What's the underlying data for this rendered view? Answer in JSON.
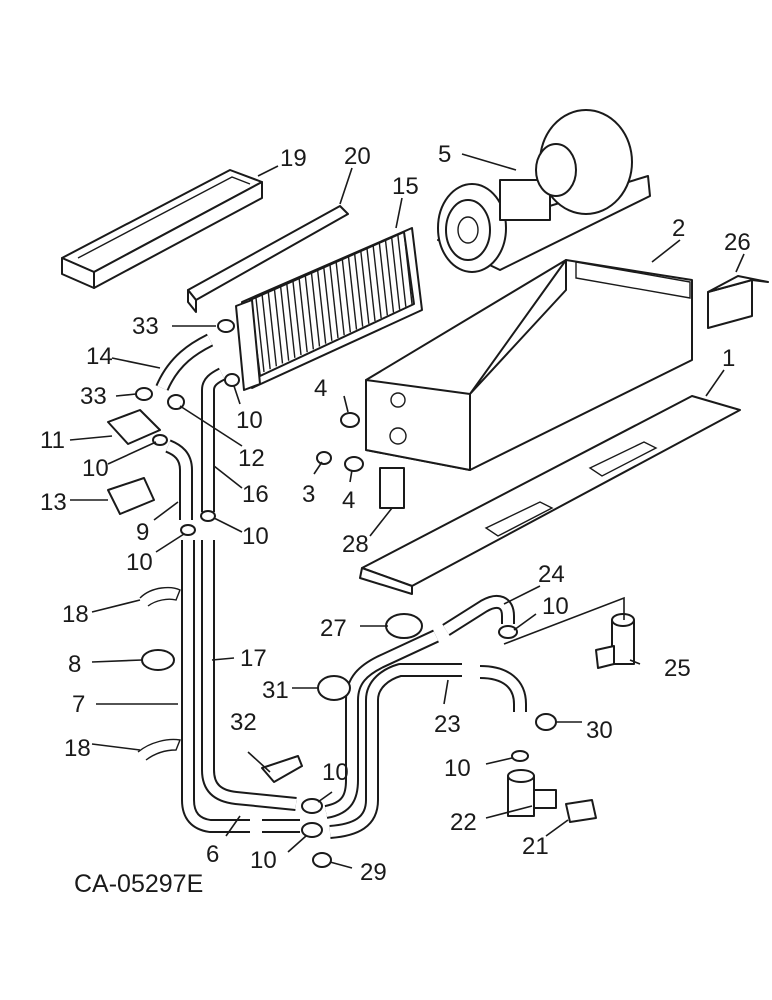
{
  "drawing_code": "CA-05297E",
  "callouts": [
    "19",
    "20",
    "15",
    "5",
    "2",
    "26",
    "1",
    "33",
    "14",
    "33",
    "10",
    "12",
    "11",
    "10",
    "13",
    "16",
    "9",
    "10",
    "10",
    "4",
    "3",
    "4",
    "28",
    "18",
    "8",
    "17",
    "7",
    "18",
    "24",
    "10",
    "27",
    "25",
    "31",
    "23",
    "30",
    "32",
    "10",
    "10",
    "22",
    "21",
    "6",
    "10",
    "29"
  ]
}
